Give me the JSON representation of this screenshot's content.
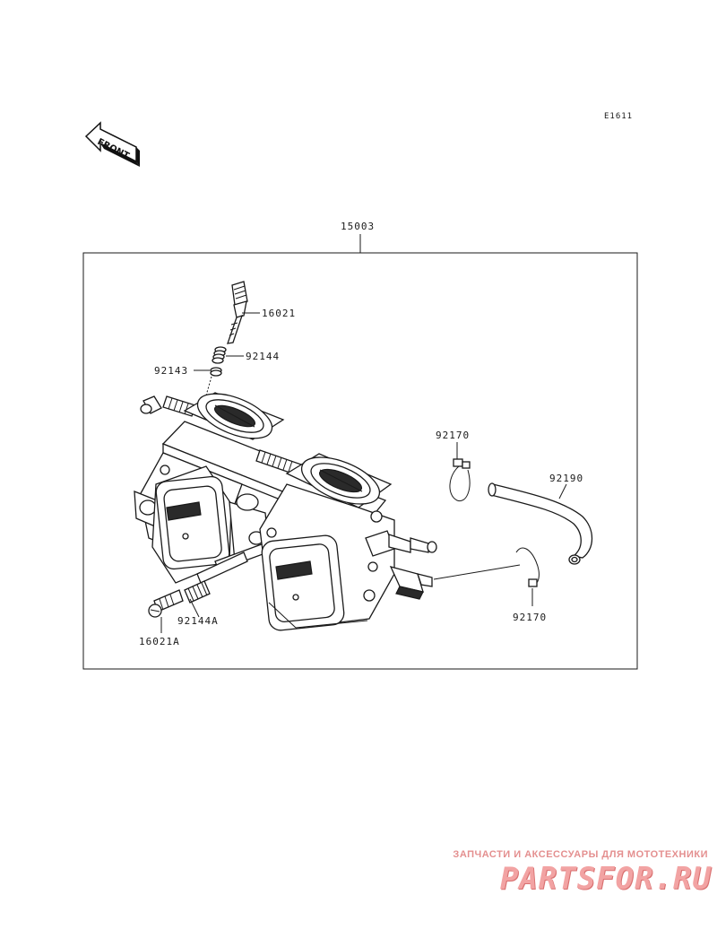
{
  "diagram_code": "E1611",
  "front_label": "FRONT",
  "assembly_number": "15003",
  "parts": {
    "p16021": "16021",
    "p92144": "92144",
    "p92143": "92143",
    "p92170_top": "92170",
    "p92190": "92190",
    "p92170_bottom": "92170",
    "p92144A": "92144A",
    "p16021A": "16021A"
  },
  "watermark": {
    "tagline": "ЗАПЧАСТИ И АКСЕССУАРЫ ДЛЯ МОТОТЕХНИКИ",
    "logo": "PARTSFOR.RU"
  },
  "colors": {
    "line": "#1a1a1a",
    "watermark": "#f2a3a3"
  }
}
